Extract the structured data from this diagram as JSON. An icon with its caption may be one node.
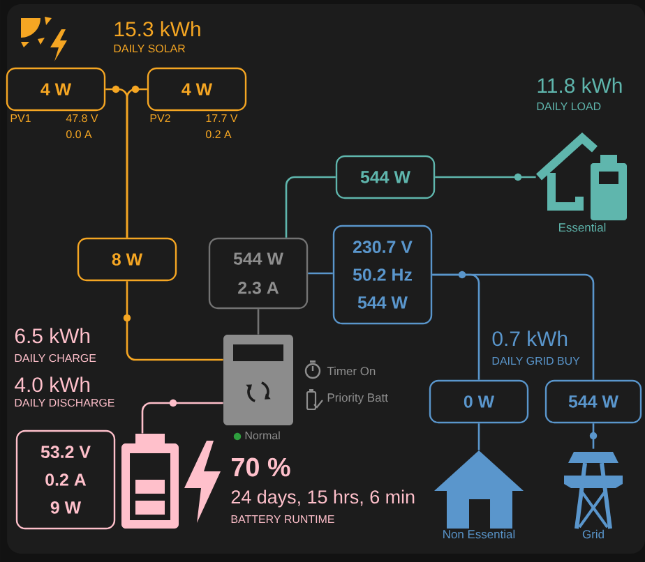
{
  "diagram": {
    "nodes": [
      {
        "text": [
          "4 W"
        ],
        "beside": [
          "PV1",
          "47.8 V",
          "0.0 A"
        ]
      },
      {
        "text": [
          "4 W"
        ],
        "beside": [
          "PV2",
          "17.7 V",
          "0.2 A"
        ]
      },
      {
        "text": [
          "544 W"
        ]
      },
      {
        "text": [],
        "shape": "picture",
        "beside": [
          "Essential"
        ]
      },
      {
        "text": [
          "8 W"
        ]
      },
      {
        "text": [
          "544 W",
          "2.3 A"
        ]
      },
      {
        "text": [
          "230.7 V",
          "50.2 Hz",
          "544 W"
        ]
      },
      {
        "text": [],
        "shape": "picture",
        "beside": [
          "Normal"
        ]
      },
      {
        "text": [
          "0 W"
        ]
      },
      {
        "text": [
          "544 W"
        ]
      },
      {
        "text": [
          "53.2 V",
          "0.2 A",
          "9 W"
        ]
      },
      {
        "text": [],
        "shape": "picture"
      },
      {
        "text": [],
        "shape": "picture",
        "beside": [
          "Non Essential"
        ]
      },
      {
        "text": [],
        "shape": "picture",
        "beside": [
          "Grid"
        ]
      }
    ],
    "edges": [
      {
        "from": 0,
        "to": 4,
        "arrow": "none",
        "color": "#f5a623"
      },
      {
        "from": 1,
        "to": 4,
        "arrow": "none",
        "color": "#f5a623"
      },
      {
        "from": 4,
        "to": 7,
        "arrow": "none",
        "color": "#f5a623"
      },
      {
        "from": 5,
        "to": 7,
        "arrow": "none",
        "color": "#737373"
      },
      {
        "from": 5,
        "to": 2,
        "arrow": "none",
        "color": "#5fb6ad"
      },
      {
        "from": 2,
        "to": 3,
        "arrow": "none",
        "color": "#5fb6ad"
      },
      {
        "from": 5,
        "to": 6,
        "arrow": "none"
      },
      {
        "from": 6,
        "to": 8,
        "arrow": "none"
      },
      {
        "from": 6,
        "to": 9,
        "arrow": "none"
      },
      {
        "from": 8,
        "to": 12,
        "arrow": "none"
      },
      {
        "from": 9,
        "to": 13,
        "arrow": "none"
      },
      {
        "from": 11,
        "to": 7,
        "arrow": "none",
        "color": "#ffc0cb"
      }
    ],
    "labels": [
      "15.3 kWh",
      "DAILY SOLAR",
      "11.8 kWh",
      "DAILY LOAD",
      "6.5 kWh",
      "DAILY CHARGE",
      "0.7 kWh",
      "DAILY GRID BUY",
      "Timer On",
      "4.0 kWh",
      "DAILY DISCHARGE",
      "Priority Batt",
      "70 %",
      "24 days, 15 hrs, 6 min",
      "BATTERY RUNTIME"
    ]
  }
}
